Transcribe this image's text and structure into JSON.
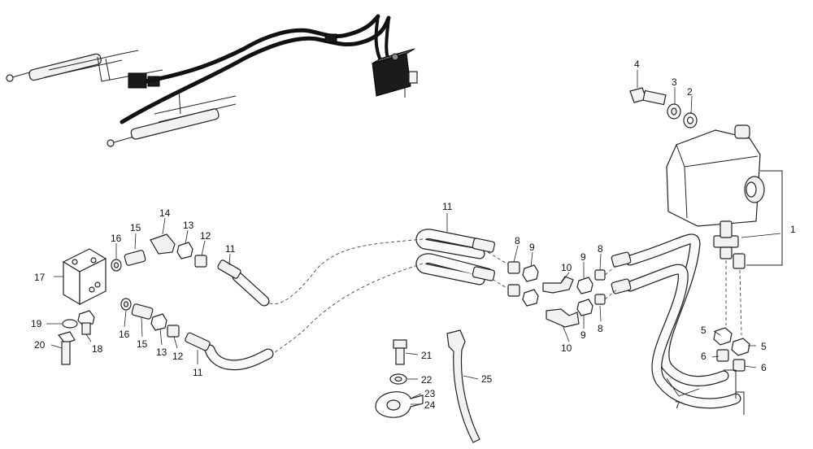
{
  "diagram": {
    "callouts": [
      {
        "id": "c1",
        "text": "1"
      },
      {
        "id": "c2",
        "text": "2"
      },
      {
        "id": "c3",
        "text": "3"
      },
      {
        "id": "c4",
        "text": "4"
      },
      {
        "id": "c5a",
        "text": "5"
      },
      {
        "id": "c5b",
        "text": "5"
      },
      {
        "id": "c6a",
        "text": "6"
      },
      {
        "id": "c6b",
        "text": "6"
      },
      {
        "id": "c7",
        "text": "7"
      },
      {
        "id": "c8a",
        "text": "8"
      },
      {
        "id": "c8b",
        "text": "8"
      },
      {
        "id": "c8c",
        "text": "8"
      },
      {
        "id": "c9a",
        "text": "9"
      },
      {
        "id": "c9b",
        "text": "9"
      },
      {
        "id": "c9c",
        "text": "9"
      },
      {
        "id": "c10a",
        "text": "10"
      },
      {
        "id": "c10b",
        "text": "10"
      },
      {
        "id": "c11a",
        "text": "11"
      },
      {
        "id": "c11b",
        "text": "11"
      },
      {
        "id": "c11c",
        "text": "11"
      },
      {
        "id": "c12a",
        "text": "12"
      },
      {
        "id": "c12b",
        "text": "12"
      },
      {
        "id": "c13a",
        "text": "13"
      },
      {
        "id": "c13b",
        "text": "13"
      },
      {
        "id": "c14",
        "text": "14"
      },
      {
        "id": "c15a",
        "text": "15"
      },
      {
        "id": "c15b",
        "text": "15"
      },
      {
        "id": "c16a",
        "text": "16"
      },
      {
        "id": "c16b",
        "text": "16"
      },
      {
        "id": "c17",
        "text": "17"
      },
      {
        "id": "c18",
        "text": "18"
      },
      {
        "id": "c19",
        "text": "19"
      },
      {
        "id": "c20",
        "text": "20"
      },
      {
        "id": "c21",
        "text": "21"
      },
      {
        "id": "c22",
        "text": "22"
      },
      {
        "id": "c23",
        "text": "23"
      },
      {
        "id": "c24",
        "text": "24"
      },
      {
        "id": "c25",
        "text": "25"
      }
    ]
  }
}
